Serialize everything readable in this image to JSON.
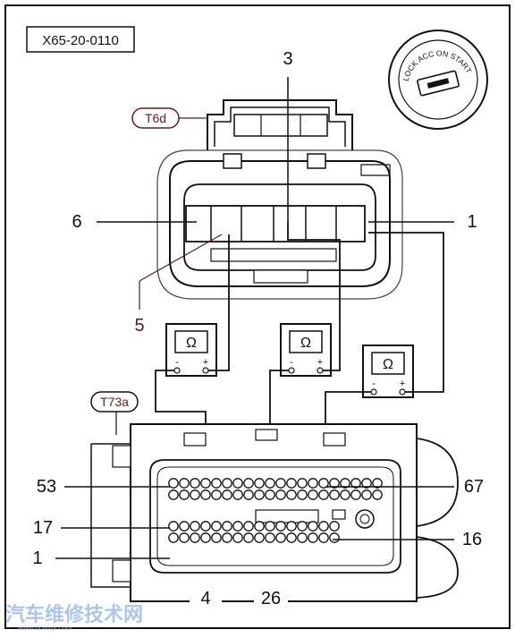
{
  "diagram": {
    "code": "X65-20-0110",
    "connector_a_tag": "T6d",
    "connector_b_tag": "T73a",
    "ignition_switch_text": "LOCK ACC ON START",
    "meter_symbol": "Ω",
    "meter_neg": "-",
    "meter_pos": "+",
    "pins_top": {
      "p3": "3",
      "p6": "6",
      "p1": "1",
      "p5": "5"
    },
    "pins_bottom": {
      "p53": "53",
      "p67": "67",
      "p17": "17",
      "p16": "16",
      "p1": "1",
      "p4": "4",
      "p26": "26"
    },
    "watermark": "汽车维修技术网",
    "watermark_url": "www.qcwxjs.com"
  }
}
